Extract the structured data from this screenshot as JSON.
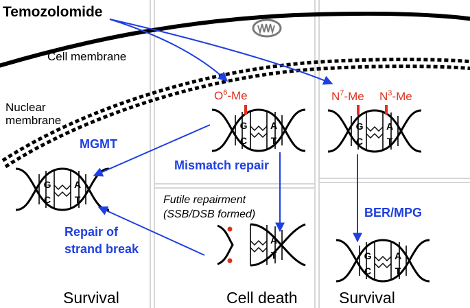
{
  "drug": "Temozolomide",
  "membranes": {
    "cell": "Cell membrane",
    "nuclear_line1": "Nuclear",
    "nuclear_line2": "membrane"
  },
  "lesions": {
    "o6": {
      "prefix": "O",
      "sup": "6",
      "suffix": "-Me"
    },
    "n7": {
      "prefix": "N",
      "sup": "7",
      "suffix": "-Me"
    },
    "n3": {
      "prefix": "N",
      "sup": "3",
      "suffix": "-Me"
    }
  },
  "pathways": {
    "mgmt": "MGMT",
    "mismatch": "Mismatch repair",
    "futile_line1": "Futile repairment",
    "futile_line2": "(SSB/DSB formed)",
    "repair_line1": "Repair of",
    "repair_line2": "strand break",
    "ber": "BER/MPG"
  },
  "outcomes": {
    "left": "Survival",
    "middle": "Cell death",
    "right": "Survival"
  },
  "bases": {
    "g": "G",
    "c": "C",
    "a": "A",
    "t": "T"
  },
  "colors": {
    "arrow": "#1f3fe0",
    "pathway_text": "#1f3fe0",
    "lesion_text": "#e0301e",
    "lesion_mark": "#e0301e",
    "grid": "#d0d0d0",
    "ink": "#000000"
  }
}
